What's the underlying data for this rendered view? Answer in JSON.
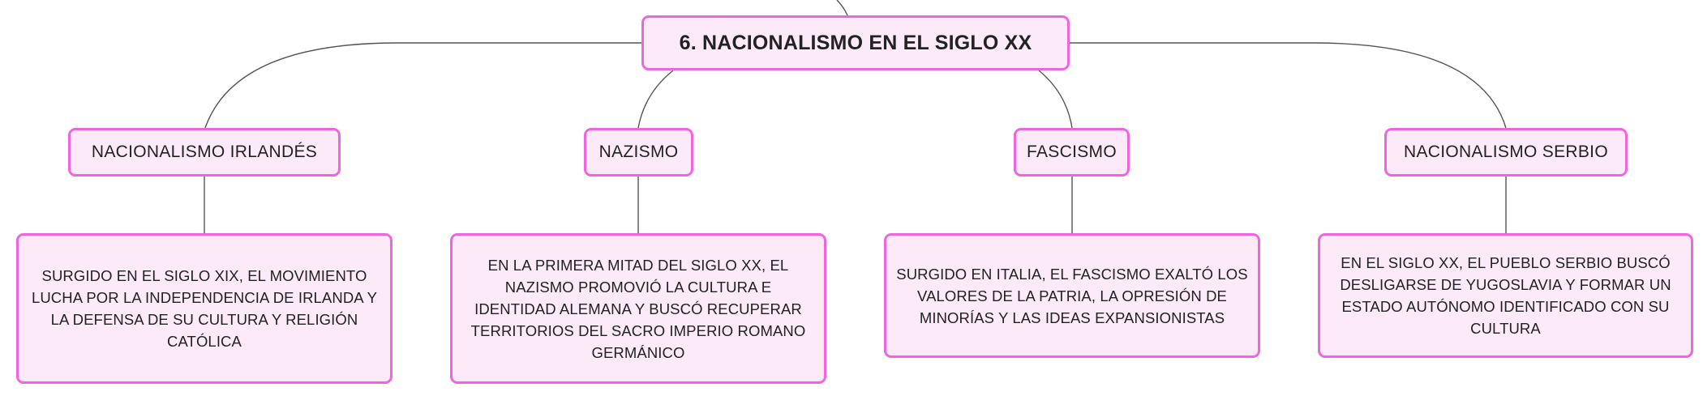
{
  "diagram": {
    "root": {
      "label": "6. NACIONALISMO EN EL SIGLO XX"
    },
    "branches": [
      {
        "label": "NACIONALISMO IRLANDÉS",
        "detail": "SURGIDO EN EL SIGLO XIX, EL MOVIMIENTO LUCHA POR LA INDEPENDENCIA DE IRLANDA Y LA DEFENSA DE SU CULTURA Y RELIGIÓN CATÓLICA"
      },
      {
        "label": "NAZISMO",
        "detail": "EN LA PRIMERA MITAD DEL SIGLO XX, EL NAZISMO PROMOVIÓ LA CULTURA E IDENTIDAD ALEMANA Y BUSCÓ RECUPERAR TERRITORIOS DEL SACRO IMPERIO ROMANO GERMÁNICO"
      },
      {
        "label": "FASCISMO",
        "detail": "SURGIDO EN ITALIA, EL FASCISMO EXALTÓ LOS VALORES DE LA PATRIA, LA OPRESIÓN DE MINORÍAS Y LAS IDEAS EXPANSIONISTAS"
      },
      {
        "label": "NACIONALISMO SERBIO",
        "detail": "EN EL SIGLO XX, EL PUEBLO SERBIO BUSCÓ DESLIGARSE DE YUGOSLAVIA Y FORMAR UN ESTADO AUTÓNOMO IDENTIFICADO CON SU CULTURA"
      }
    ]
  },
  "colors": {
    "node_fill": "#fdeaf8",
    "node_border": "#ee66dd",
    "connector": "#555555",
    "text": "#222222"
  }
}
